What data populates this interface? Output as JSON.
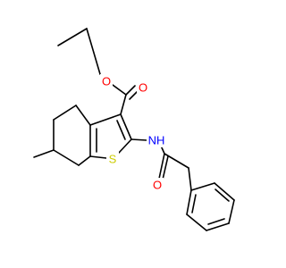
{
  "molecule": {
    "atoms": {
      "o_ether": {
        "label": "O",
        "color": "#ff0000"
      },
      "o_carbonyl": {
        "label": "O",
        "color": "#ff0000"
      },
      "n_amide": {
        "label": "NH",
        "color": "#0000ff"
      },
      "s_ring": {
        "label": "S",
        "color": "#cccc00"
      },
      "o_amide": {
        "label": "O",
        "color": "#ff0000"
      }
    },
    "bond_color": "#000000"
  }
}
